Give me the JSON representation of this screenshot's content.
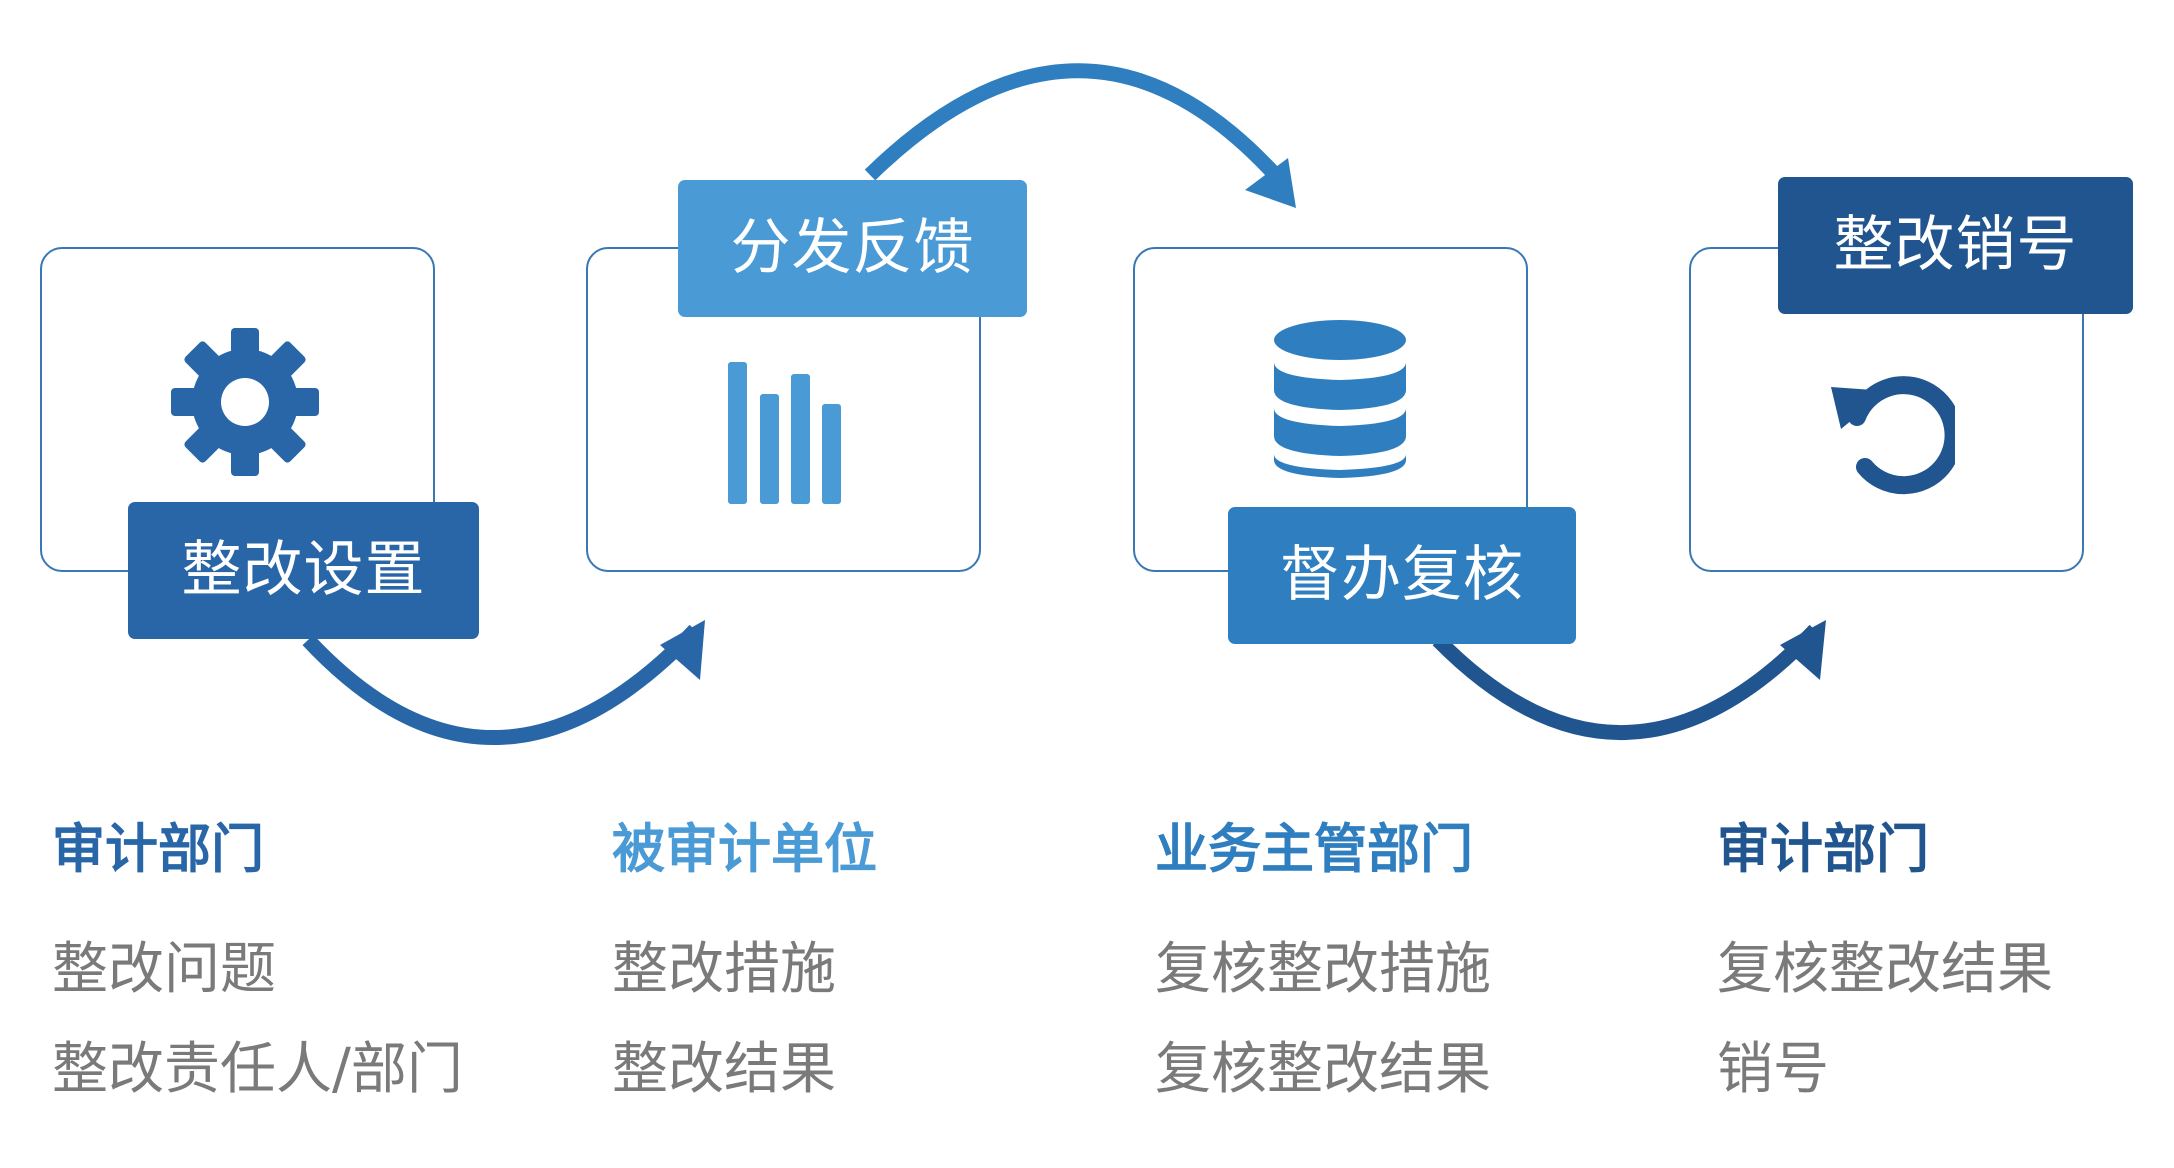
{
  "steps": [
    {
      "title": "整改设置",
      "department": "审计部门",
      "items": [
        "整改问题",
        "整改责任人/部门"
      ]
    },
    {
      "title": "分发反馈",
      "department": "被审计单位",
      "items": [
        "整改措施",
        "整改结果"
      ]
    },
    {
      "title": "督办复核",
      "department": "业务主管部门",
      "items": [
        "复核整改措施",
        "复核整改结果"
      ]
    },
    {
      "title": "整改销号",
      "department": "审计部门",
      "items": [
        "复核整改结果",
        "销号"
      ]
    }
  ],
  "icons": [
    "gear-icon",
    "bar-chart-icon",
    "database-icon",
    "refresh-icon"
  ],
  "colors": {
    "step1": "#2866a8",
    "step2": "#4a9ad6",
    "step3": "#2f7fc0",
    "step4": "#20558f",
    "card_border": "#3a78b5",
    "item_text": "#7a7a7a"
  }
}
